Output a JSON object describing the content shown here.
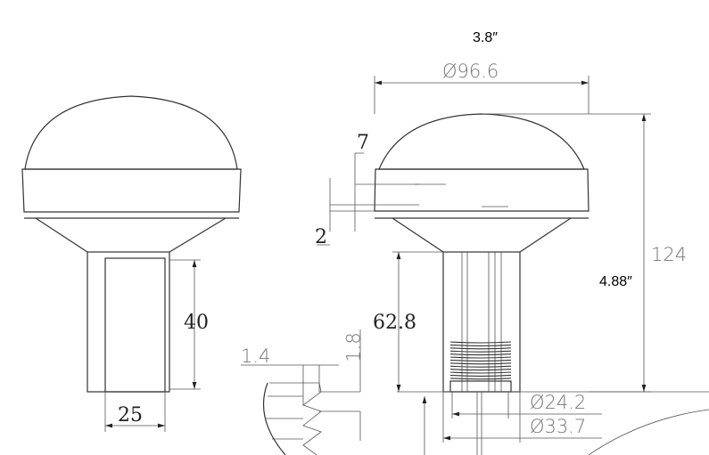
{
  "title": "Dome antenna dimension drawing",
  "labels": {
    "inch_width": "3.8″",
    "dia_top": "Ø96.6",
    "height_total": "124",
    "inch_height": "4.88″",
    "band_7": "7",
    "gap_2": "2",
    "stem_height": "62.8",
    "side_stem": "40",
    "side_width": "25",
    "thread_pitch": "1.4",
    "thread_depth": "1.8",
    "dia_thread": "Ø24.2",
    "dia_stem": "Ø33.7"
  }
}
